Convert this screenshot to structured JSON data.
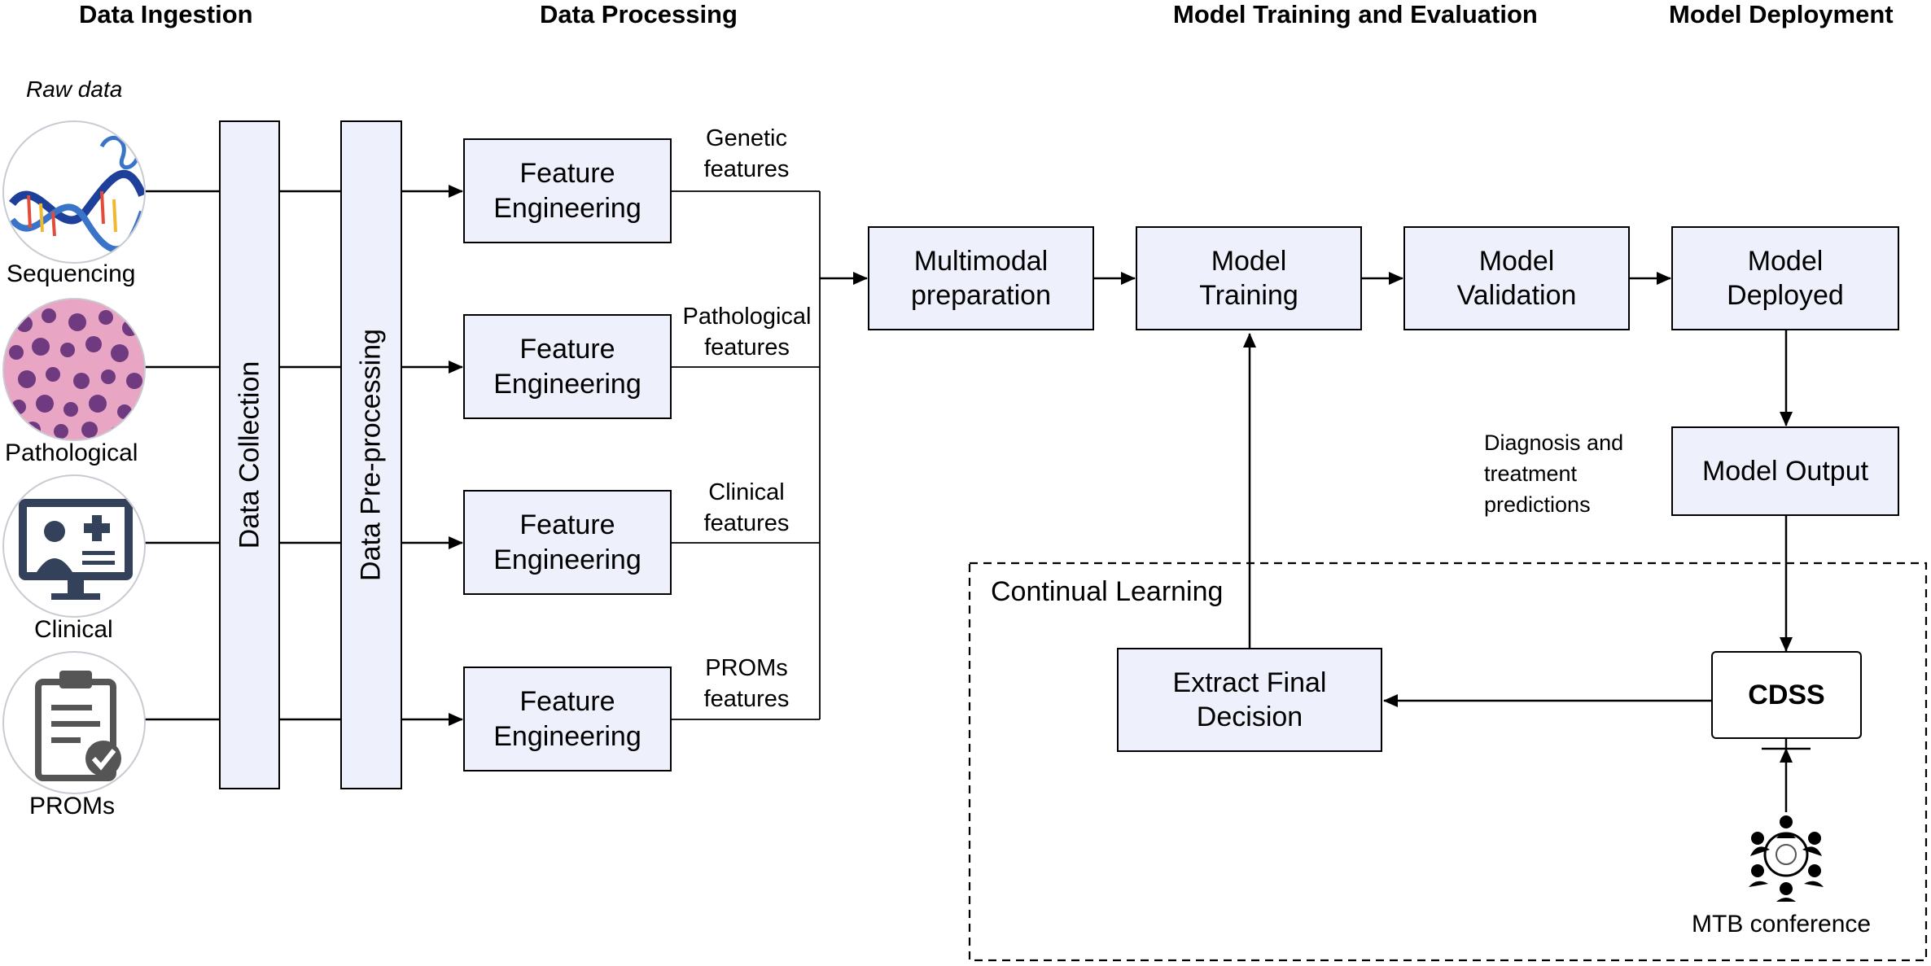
{
  "sections": {
    "ingestion": "Data Ingestion",
    "processing": "Data Processing",
    "training": "Model Training and Evaluation",
    "deployment": "Model Deployment"
  },
  "raw_data_label": "Raw data",
  "sources": [
    {
      "label": "Sequencing",
      "icon": "dna-icon"
    },
    {
      "label": "Pathological",
      "icon": "tissue-slide-icon"
    },
    {
      "label": "Clinical",
      "icon": "clinician-monitor-icon"
    },
    {
      "label": "PROMs",
      "icon": "clipboard-check-icon"
    }
  ],
  "data_collection": "Data Collection",
  "data_preprocessing": "Data Pre-processing",
  "feature_engineering": [
    {
      "label": "Feature\nEngineering",
      "feature": "Genetic\nfeatures"
    },
    {
      "label": "Feature\nEngineering",
      "feature": "Pathological\nfeatures"
    },
    {
      "label": "Feature\nEngineering",
      "feature": "Clinical\nfeatures"
    },
    {
      "label": "Feature\nEngineering",
      "feature": "PROMs\nfeatures"
    }
  ],
  "multimodal": "Multimodal\npreparation",
  "model_training": "Model\nTraining",
  "model_validation": "Model\nValidation",
  "model_deployed": "Model\nDeployed",
  "model_output": "Model Output",
  "predictions_note": "Diagnosis and\ntreatment\npredictions",
  "continual_learning": "Continual Learning",
  "extract_final": "Extract Final\nDecision",
  "cdss": "CDSS",
  "mtb": "MTB conference"
}
